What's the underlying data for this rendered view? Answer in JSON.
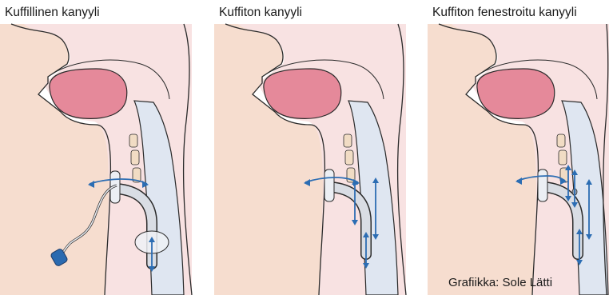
{
  "panels": [
    {
      "title": "Kuffillinen kanyyli",
      "cuffed": true,
      "fenestrated": false
    },
    {
      "title": "Kuffiton kanyyli",
      "cuffed": false,
      "fenestrated": false
    },
    {
      "title": "Kuffiton fenestroitu kanyyli",
      "cuffed": false,
      "fenestrated": true
    }
  ],
  "credit": "Grafiikka: Sole Lätti",
  "colors": {
    "skin": "#f6ddcf",
    "throat": "#f8e2e2",
    "tongue": "#e5899a",
    "airway": "#dfe6f1",
    "outline": "#2a2a2a",
    "tube": "#d9dde4",
    "arrow": "#2c6db3",
    "connector": "#2a6ab0"
  }
}
